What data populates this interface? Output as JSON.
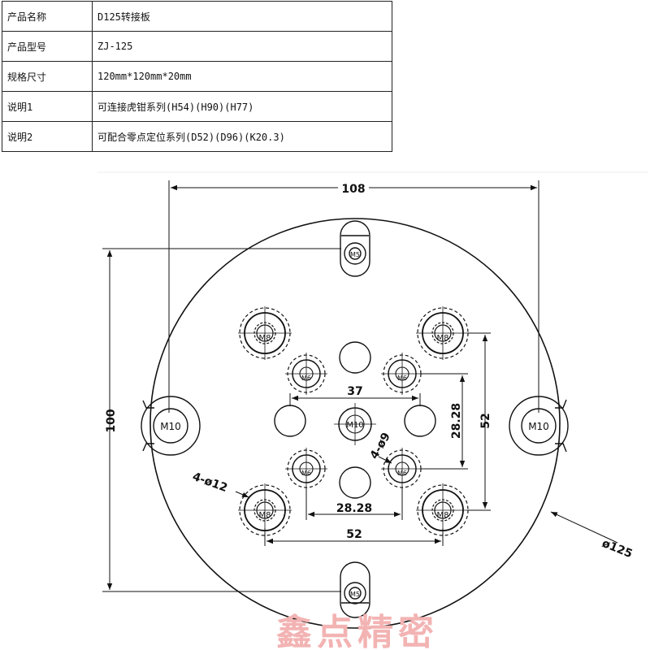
{
  "spec_table": {
    "rows": [
      {
        "label": "产品名称",
        "value": "D125转接板"
      },
      {
        "label": "产品型号",
        "value": "ZJ-125"
      },
      {
        "label": "规格尺寸",
        "value": "120mm*120mm*20mm"
      },
      {
        "label": "说明1",
        "value": "可连接虎钳系列(H54)(H90)(H77)"
      },
      {
        "label": "说明2",
        "value": "可配合零点定位系列(D52)(D96)(K20.3)"
      }
    ]
  },
  "drawing": {
    "dimensions": {
      "width_108": "108",
      "height_100": "100",
      "inner_37": "37",
      "pitch_h_2828": "28.28",
      "pitch_v_2828": "28.28",
      "outer_h_52": "52",
      "outer_v_52": "52",
      "diameter_125": "ø125",
      "callout_4x12": "4-ø12",
      "callout_4x9": "4-ø9"
    },
    "holes": {
      "m8": "M8",
      "m6": "M6",
      "m10": "M10",
      "m10_center": "M10",
      "m5": "M5"
    }
  },
  "watermark": "鑫点精密",
  "colors": {
    "line": "#111111",
    "watermark": "#f3b3b3"
  }
}
